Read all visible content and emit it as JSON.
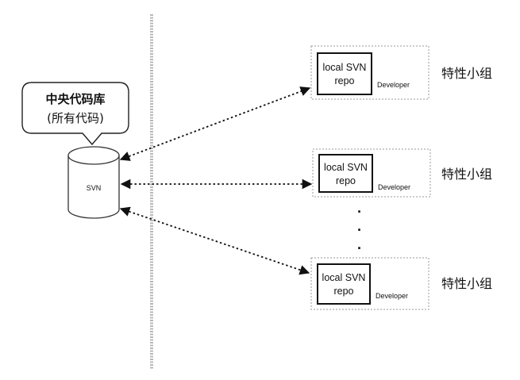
{
  "central_repo": {
    "title": "中央代码库",
    "subtitle": "(所有代码)",
    "db_label": "SVN"
  },
  "teams": [
    {
      "repo_line1": "local SVN",
      "repo_line2": "repo",
      "role": "Developer",
      "team_label": "特性小组"
    },
    {
      "repo_line1": "local SVN",
      "repo_line2": "repo",
      "role": "Developer",
      "team_label": "特性小组"
    },
    {
      "repo_line1": "local SVN",
      "repo_line2": "repo",
      "role": "Developer",
      "team_label": "特性小组"
    }
  ],
  "ellipsis": "·",
  "colors": {
    "line": "#111111",
    "divider": "#b5b5b5",
    "dashed_border": "#9a9a9a"
  }
}
